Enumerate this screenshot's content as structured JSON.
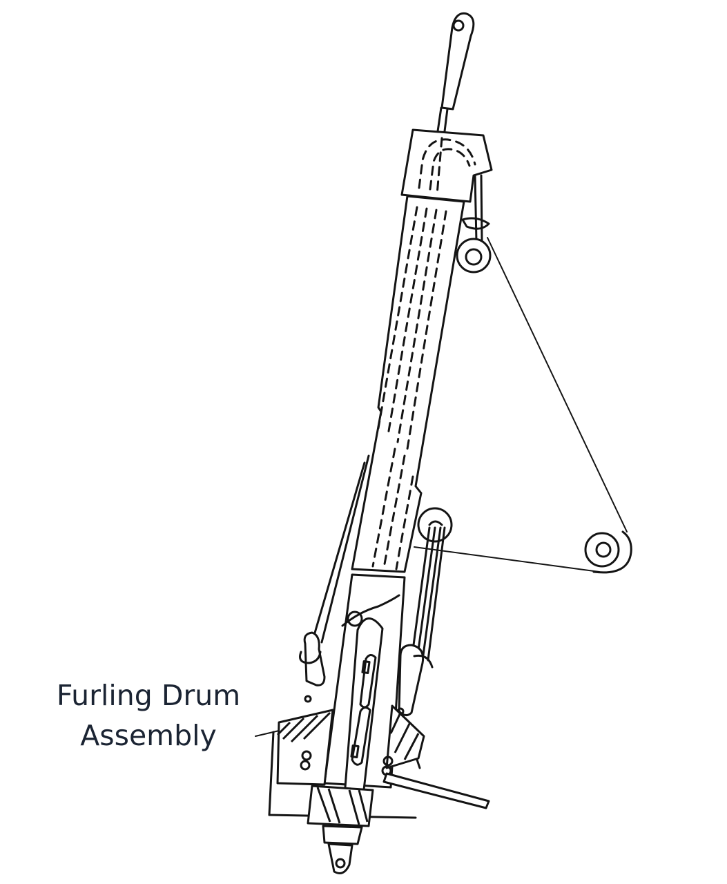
{
  "diagram": {
    "title": "Roller furling system with furling drum assembly",
    "label": {
      "line1": "Furling Drum",
      "line2": "Assembly"
    },
    "colors": {
      "background": "#ffffff",
      "linework": "#141414",
      "label_text": "#1b2433"
    },
    "parts": [
      "top-swivel-eye",
      "top-fitting",
      "luff-foil",
      "head-pulley",
      "triangle-plate",
      "tack-pulley",
      "furling-line-guides",
      "turnbuckle",
      "furling-drum",
      "drum-handle",
      "tack-eye"
    ]
  }
}
